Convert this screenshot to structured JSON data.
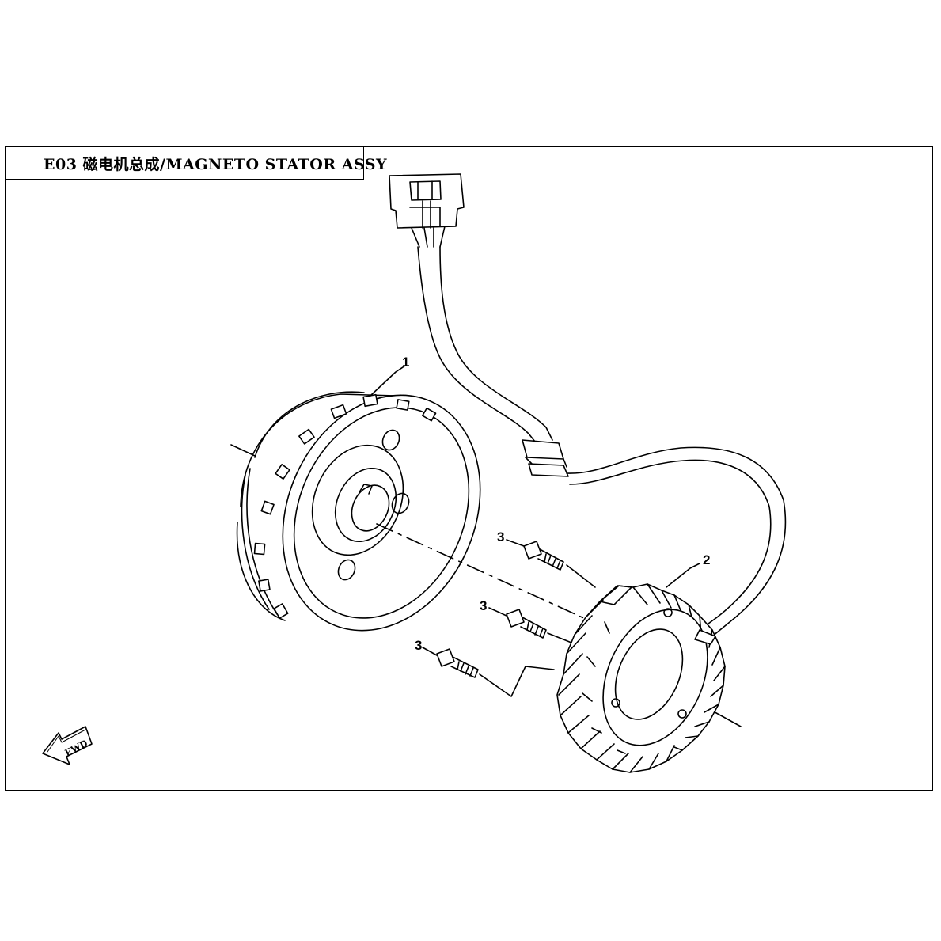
{
  "title": "E03 磁电机总成/MAGNETO STATOR ASSY",
  "callouts": {
    "flywheel": "1",
    "stator": "2",
    "bolt_top": "3",
    "bolt_middle": "3",
    "bolt_bottom": "3"
  },
  "direction_arrow": {
    "label": "FWD",
    "icon": "fwd-arrow-icon"
  }
}
